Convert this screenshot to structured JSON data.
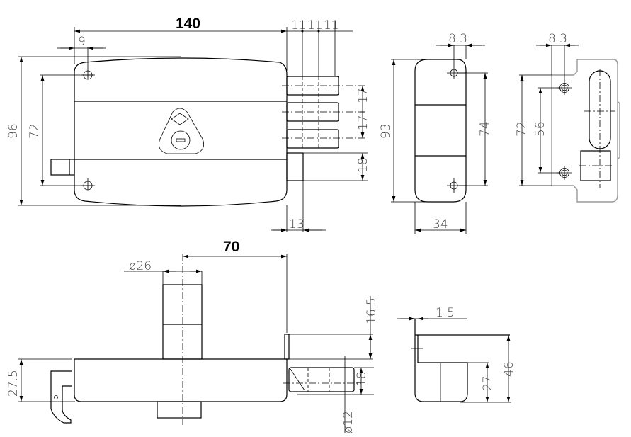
{
  "drawing": {
    "front_view": {
      "width": "140",
      "bolt_spacing": [
        "11",
        "11",
        "11"
      ],
      "hole_offset": "9",
      "height": "96",
      "hole_spacing": "72",
      "bolt_pitch_1": "17",
      "bolt_pitch_2": "17",
      "deadbolt_height": "18",
      "deadbolt_width": "13"
    },
    "bottom_view": {
      "cylinder_offset": "70",
      "cylinder_diameter": "ø26",
      "body_depth": "27.5",
      "flange_height": "16.5",
      "bolt_height": "18",
      "bolt_diameter": "ø12"
    },
    "side_view": {
      "hole_offset": "8.3",
      "height": "93",
      "hole_spacing": "74",
      "width": "34"
    },
    "strike_plate": {
      "hole_offset": "8.3",
      "outer_spacing": "72",
      "hole_spacing": "56"
    },
    "strike_section": {
      "lip": "1.5",
      "height": "46",
      "depth": "27"
    }
  }
}
